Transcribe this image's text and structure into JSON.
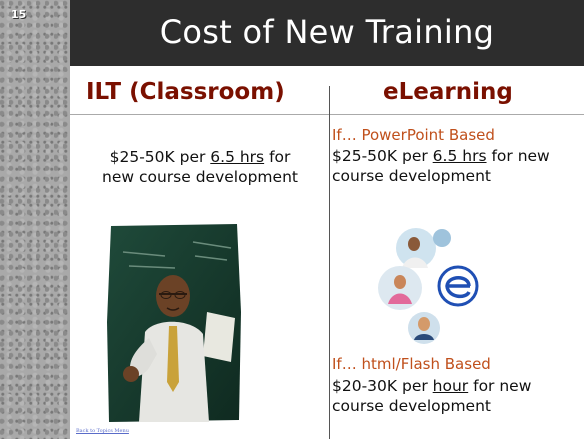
{
  "slide": {
    "number": "15",
    "title": "Cost of New Training"
  },
  "columns": {
    "left": {
      "header": "ILT (Classroom)",
      "cost_prefix": "$25-50K per ",
      "cost_underlined": "6.5 hrs",
      "cost_suffix": " for",
      "cost_line2": "new course development"
    },
    "right": {
      "header": "eLearning",
      "option1": {
        "label": "If… PowerPoint Based",
        "cost_prefix": "$25-50K per ",
        "cost_underlined": "6.5 hrs",
        "cost_suffix": " for new",
        "cost_line2": "course development"
      },
      "option2": {
        "label": "If… html/Flash Based",
        "cost_prefix": "$20-30K per ",
        "cost_underlined": "hour",
        "cost_suffix": " for new",
        "cost_line2": "course development"
      }
    }
  },
  "footer": {
    "back_link": "Back to Topics Menu"
  },
  "colors": {
    "title_bar": "#2d2d2d",
    "header_text": "#7a1000",
    "option_label": "#c0501c",
    "sidebar": "#a9a9a9"
  },
  "icons": {
    "elearning_logo": "e-logo-icon",
    "classroom_photo": "instructor-photo",
    "collage": "elearning-collage"
  }
}
